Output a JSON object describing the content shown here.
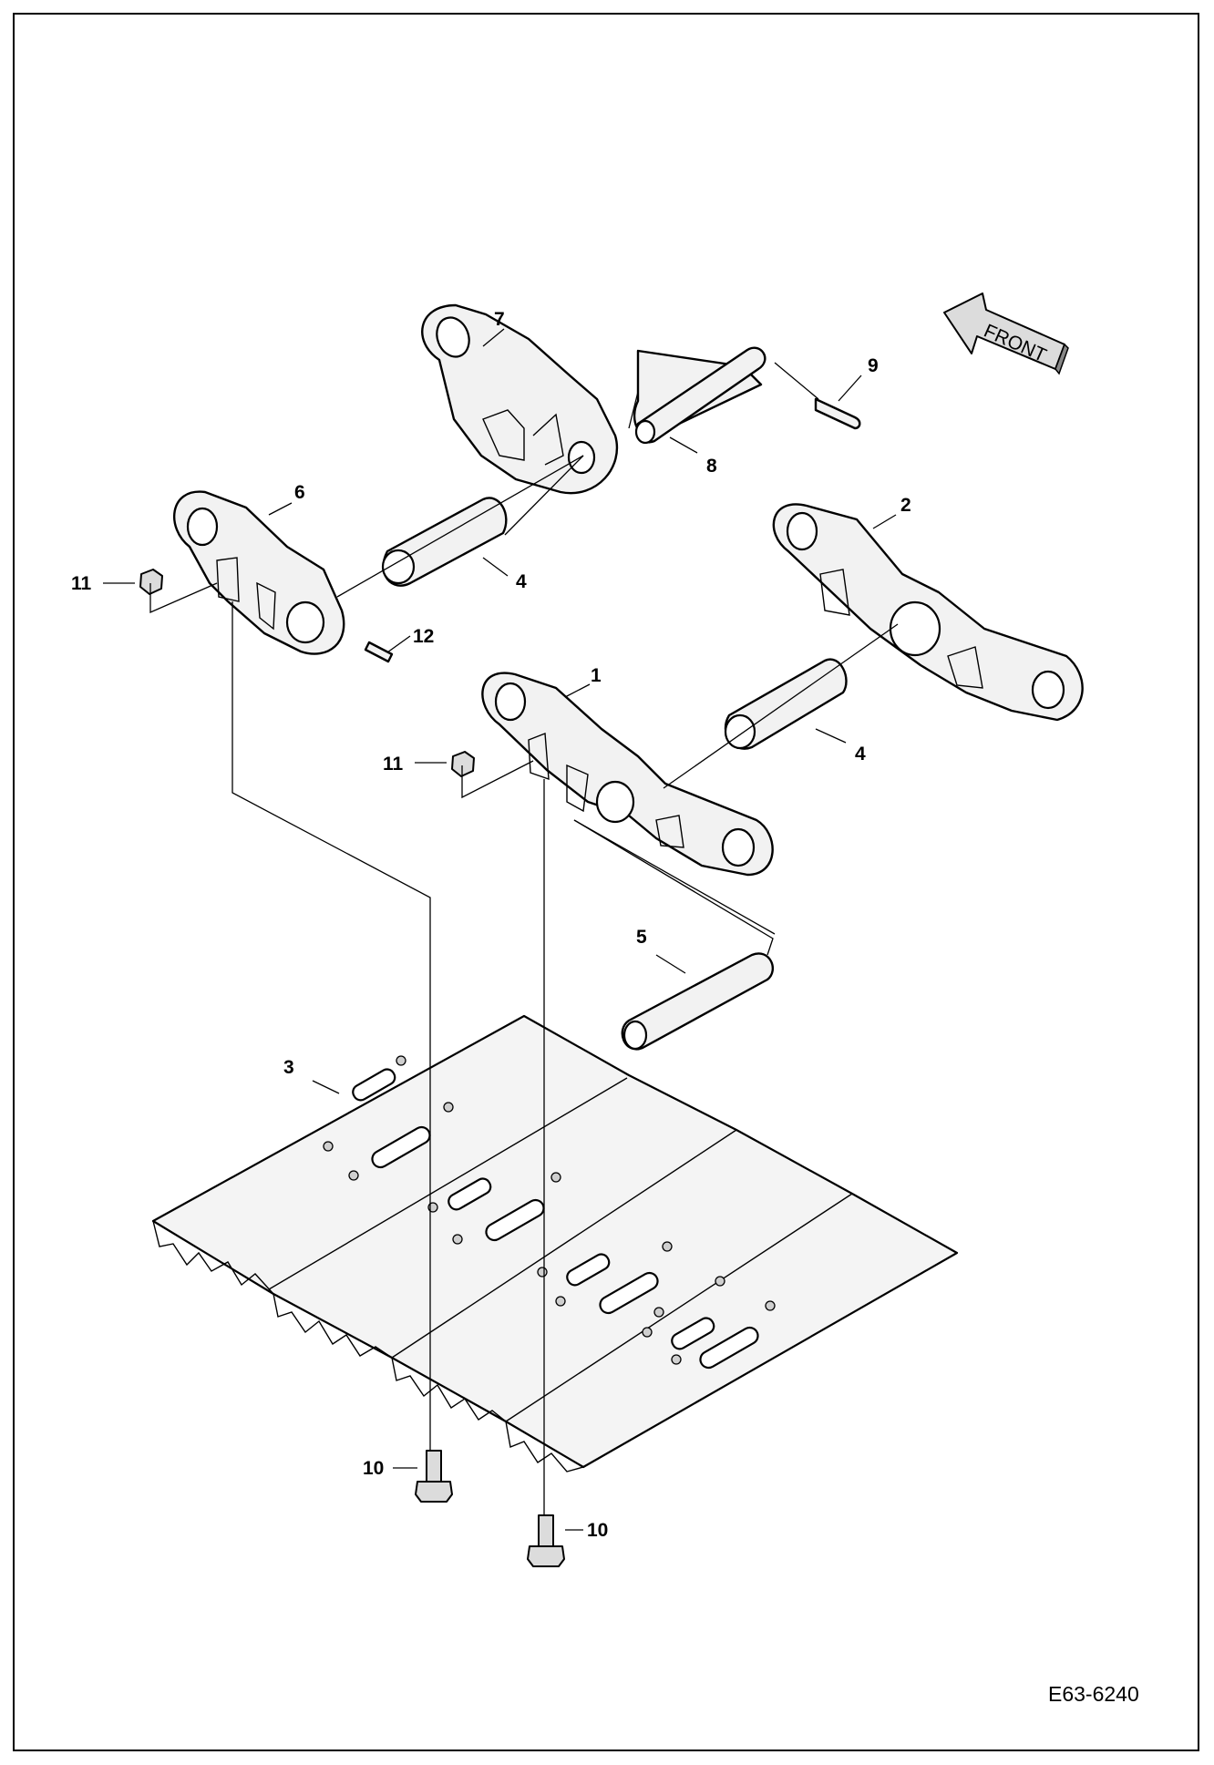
{
  "drawing_code": "E63-6240",
  "front_arrow_label": "FRONT",
  "callouts": {
    "c1": "1",
    "c2": "2",
    "c3": "3",
    "c4a": "4",
    "c4b": "4",
    "c5": "5",
    "c6": "6",
    "c7": "7",
    "c8": "8",
    "c9": "9",
    "c10a": "10",
    "c10b": "10",
    "c11a": "11",
    "c11b": "11",
    "c12": "12"
  }
}
